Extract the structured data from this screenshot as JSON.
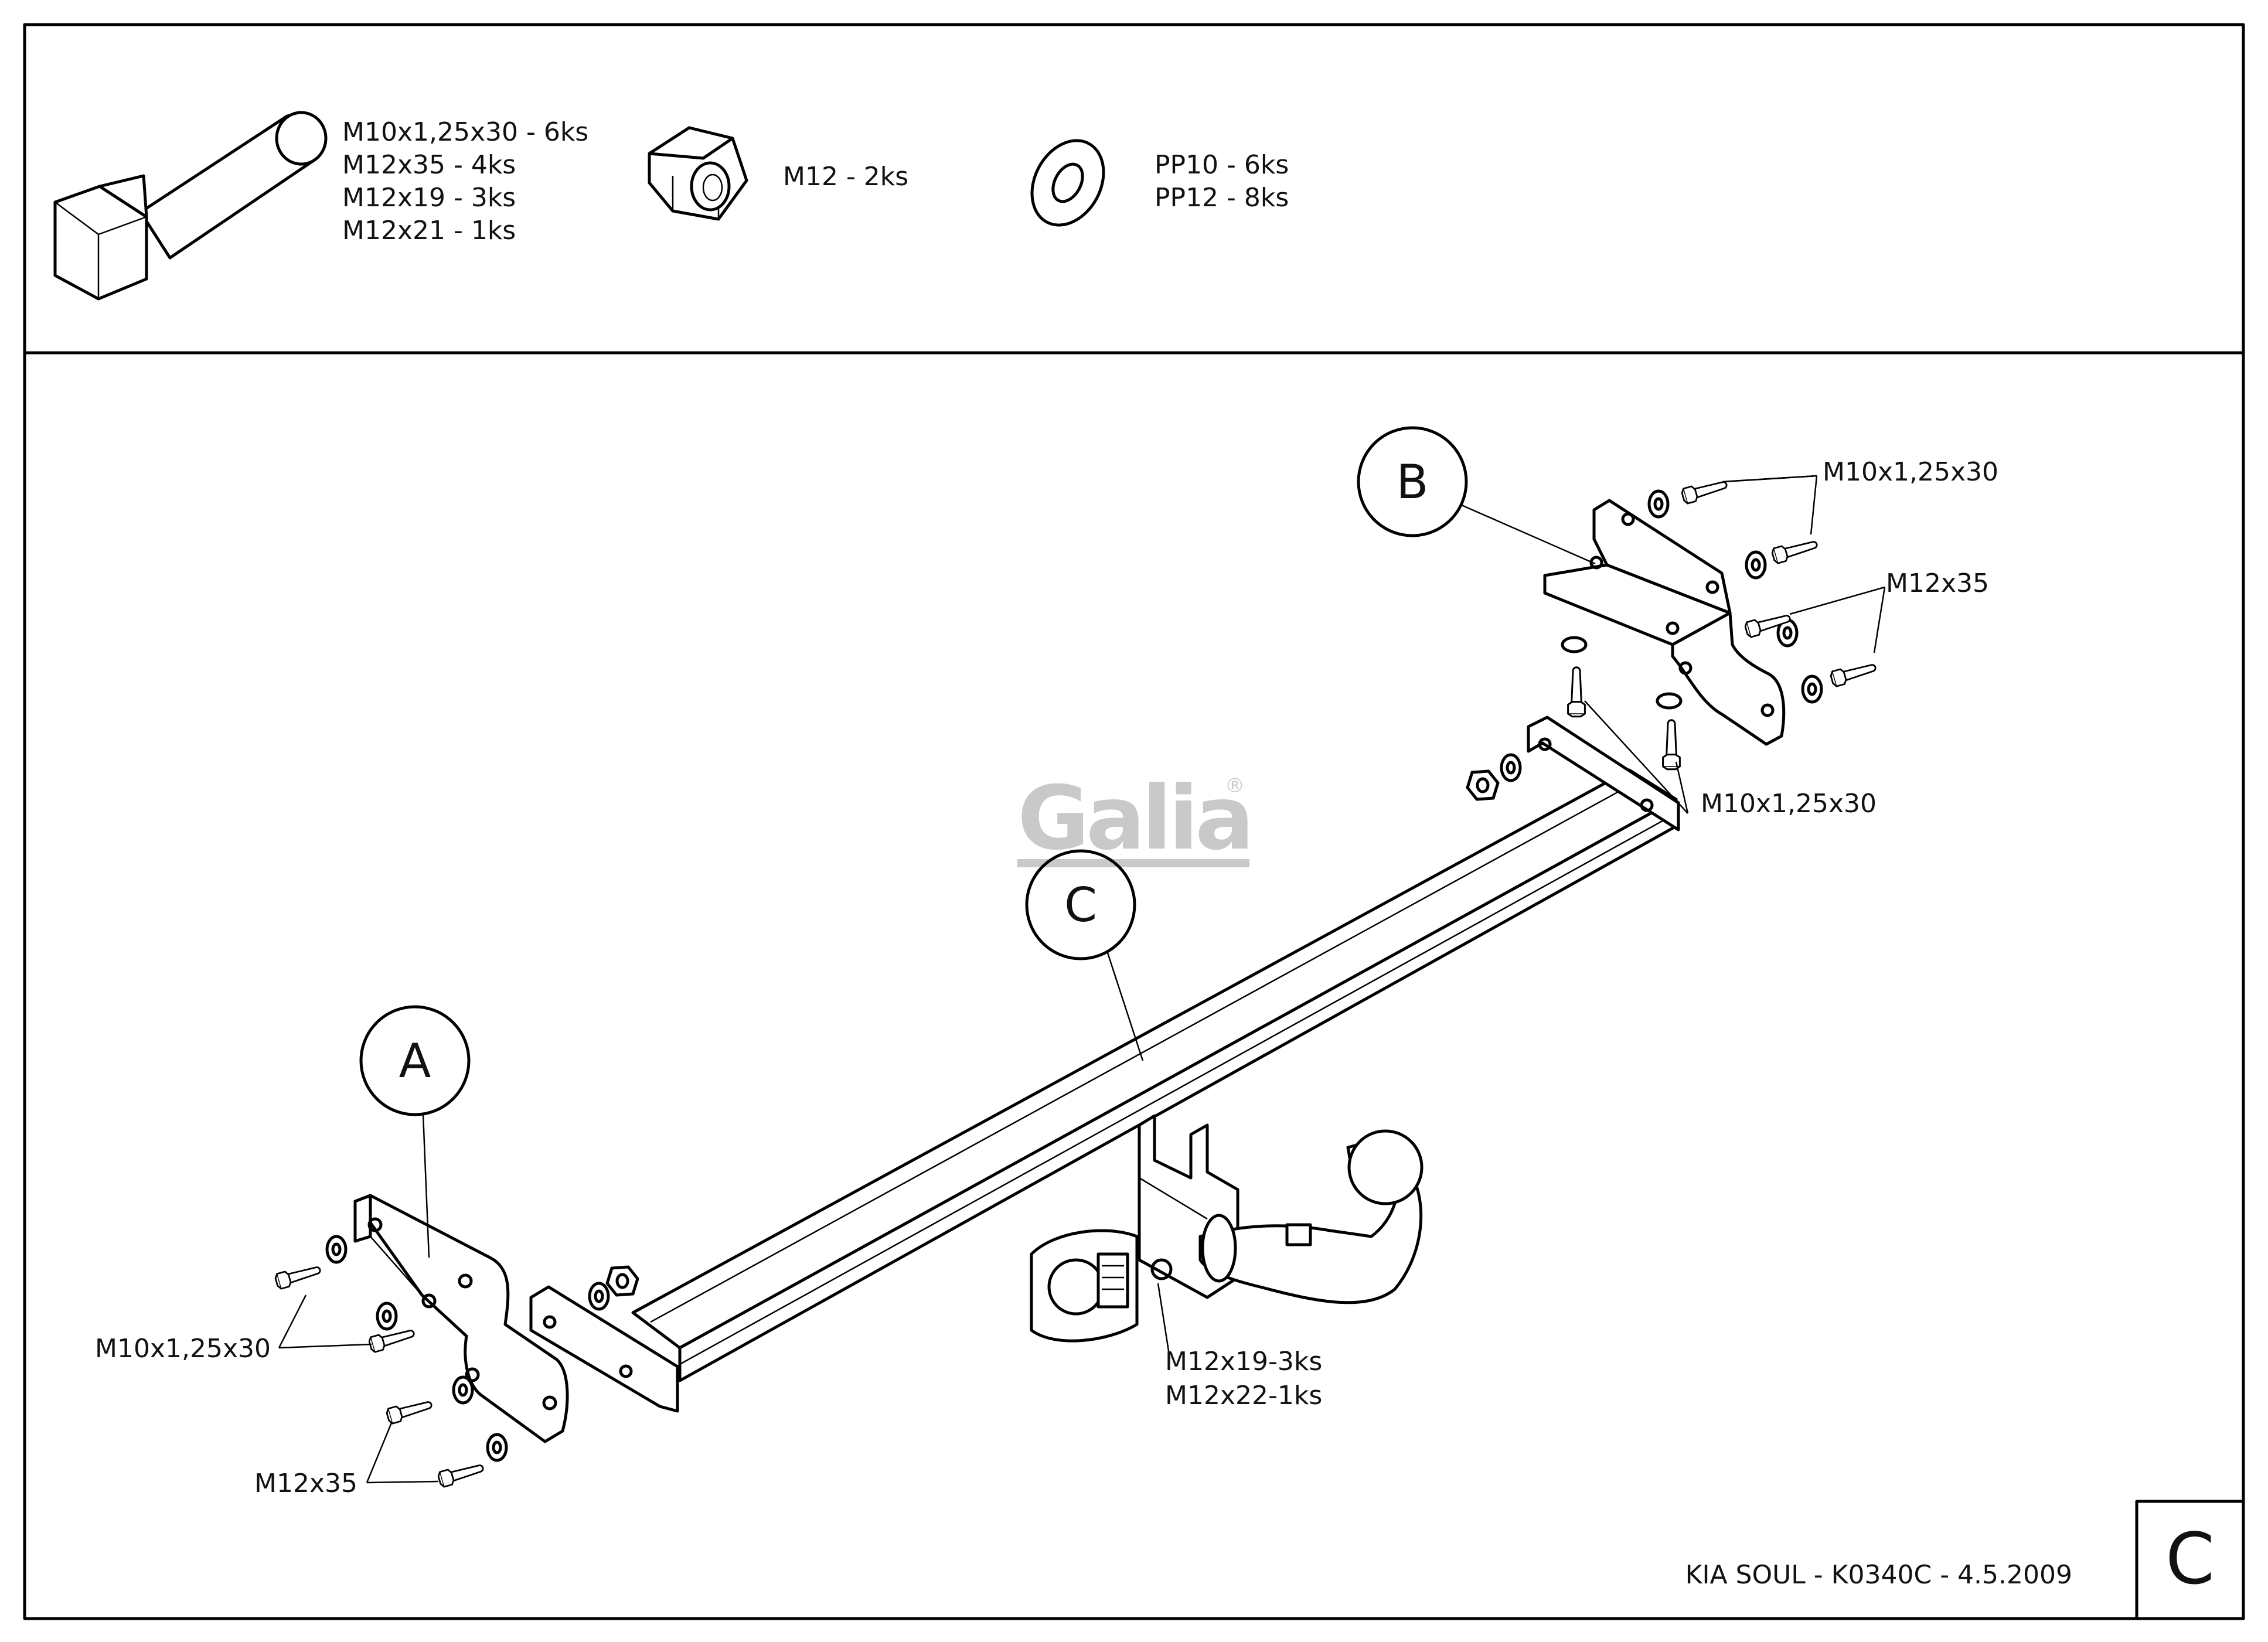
{
  "hardware_list": {
    "bolt_lines": [
      "M10x1,25x30 - 6ks",
      "M12x35 - 4ks",
      "M12x19 - 3ks",
      "M12x21 - 1ks"
    ],
    "nut_line": "M12 - 2ks",
    "washer_lines": [
      "PP10 - 6ks",
      "PP12 - 8ks"
    ]
  },
  "brand": {
    "logo": "Galia",
    "registered": "®"
  },
  "parts": {
    "a": "A",
    "b": "B",
    "c": "C"
  },
  "callouts": {
    "b_top": "M10x1,25x30",
    "b_m12": "M12x35",
    "b_bottom": "M10x1,25x30",
    "a_m10": "M10x1,25x30",
    "a_m12": "M12x35",
    "ball_line1": "M12x19-3ks",
    "ball_line2": "M12x22-1ks"
  },
  "footer": {
    "title": "KIA SOUL - K0340C - 4.5.2009",
    "sheet_letter": "C"
  }
}
